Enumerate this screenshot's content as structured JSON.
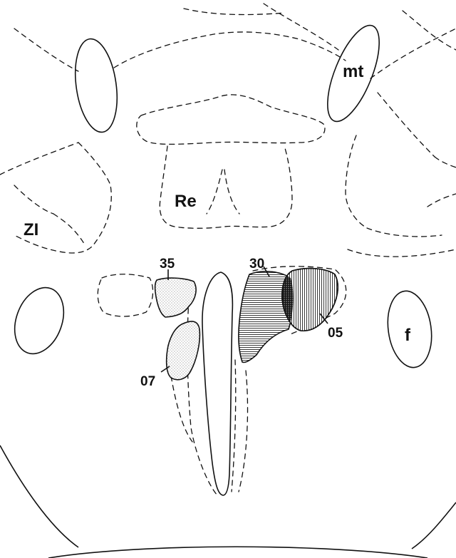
{
  "regions": {
    "mt": "mt",
    "re": "Re",
    "zi": "ZI",
    "f": "f"
  },
  "lesions": {
    "l35": "35",
    "l30": "30",
    "l05": "05",
    "l07": "07"
  },
  "colors": {
    "outline": "#111111",
    "stipple": "#888888",
    "hatch": "#222222",
    "background": "#ffffff"
  }
}
